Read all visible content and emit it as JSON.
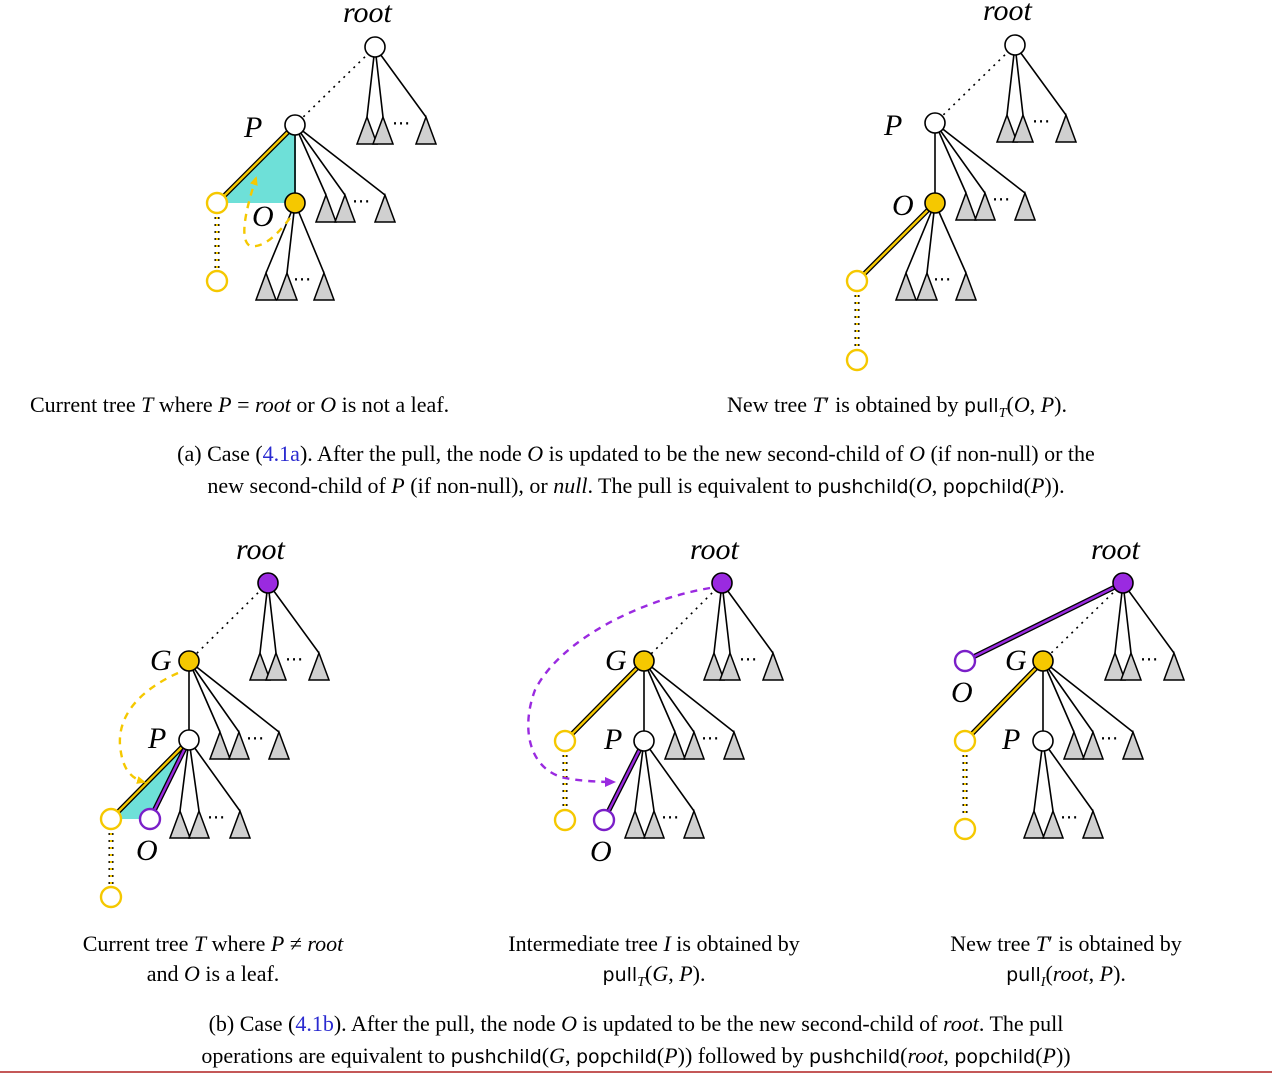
{
  "labels": {
    "root": "root",
    "P": "P",
    "O": "O",
    "G": "G",
    "dots": "···"
  },
  "colors": {
    "yellow_node": "#f5c800",
    "purple_node": "#9a2ae0",
    "cyan_highlight": "#6ee0d8",
    "subtree_fill": "#d0d0d0",
    "reference_link": "#2a2ad0"
  },
  "part_a": {
    "left_caption": {
      "pre": "Current tree ",
      "T": "T",
      "mid1": " where ",
      "P": "P",
      "eq": " = ",
      "root": "root",
      "or": " or ",
      "O": "O",
      "post": " is not a leaf."
    },
    "right_caption": {
      "pre": "New tree ",
      "T": "T",
      "prime": "′",
      "mid": " is obtained by ",
      "pull": "pull",
      "sub": "T",
      "args_open": "(",
      "O": "O",
      "comma": ", ",
      "P": "P",
      "args_close": ")."
    },
    "caption": {
      "line1_pre": "(a) Case (",
      "ref": "4.1a",
      "line1_a": "). After the pull, the node ",
      "O1": "O",
      "line1_b": " is updated to be the new second-child of ",
      "O2": "O",
      "line1_c": " (if non-null) or the",
      "line2_a": "new second-child of ",
      "P": "P",
      "line2_b": " (if non-null), or ",
      "null": "null",
      "line2_c": ". The pull is equivalent to ",
      "pushchild": "pushchild",
      "open": "(",
      "O3": "O",
      "comma": ", ",
      "popchild": "popchild",
      "open2": "(",
      "P2": "P",
      "close": "))."
    }
  },
  "part_b": {
    "left_caption": {
      "pre": "Current tree ",
      "T": "T",
      "mid": " where ",
      "P": "P",
      "neq": " ≠ ",
      "root": "root",
      "line2_pre": "and ",
      "O": "O",
      "line2_post": " is a leaf."
    },
    "mid_caption": {
      "pre": "Intermediate tree ",
      "I": "I",
      "post": " is obtained by",
      "pull": "pull",
      "sub": "T",
      "open": "(",
      "G": "G",
      "comma": ", ",
      "P": "P",
      "close": ")."
    },
    "right_caption": {
      "pre": "New tree ",
      "T": "T",
      "prime": "′",
      "post": " is obtained by",
      "pull": "pull",
      "sub": "I",
      "open": "(",
      "root": "root",
      "comma": ", ",
      "P": "P",
      "close": ")."
    },
    "caption": {
      "line1_pre": "(b) Case (",
      "ref": "4.1b",
      "line1_a": "). After the pull, the node ",
      "O": "O",
      "line1_b": " is updated to be the new second-child of ",
      "root": "root",
      "line1_c": ". The pull",
      "line2_a": "operations are equivalent to ",
      "pushchild1": "pushchild",
      "open1": "(",
      "G": "G",
      "comma1": ", ",
      "popchild1": "popchild",
      "open1b": "(",
      "P1": "P",
      "close1": ")) followed by ",
      "pushchild2": "pushchild",
      "open2": "(",
      "root2": "root",
      "comma2": ", ",
      "popchild2": "popchild",
      "open2b": "(",
      "P2": "P",
      "close2": "))"
    }
  }
}
